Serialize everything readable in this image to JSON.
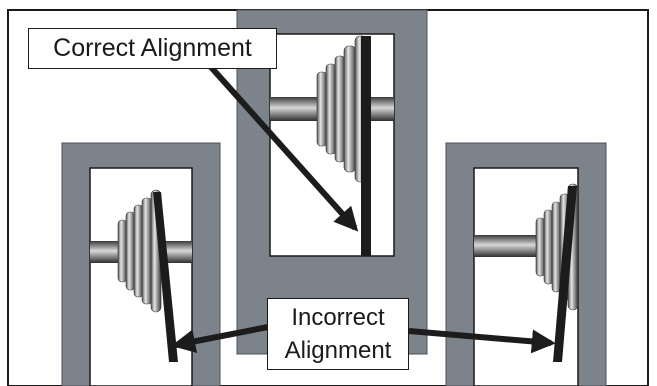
{
  "labels": {
    "correct": "Correct Alignment",
    "incorrect_line1": "Incorrect",
    "incorrect_line2": "Alignment"
  },
  "colors": {
    "frame": "#7c838b",
    "belt": "#1c1c1c",
    "border": "#1a1a1a",
    "background": "#ffffff"
  },
  "icons": {
    "pulley": "pulley-icon",
    "shaft": "shaft-icon",
    "belt": "v-belt-icon",
    "arrow": "arrow-icon"
  },
  "panels": [
    {
      "id": "left",
      "alignment": "incorrect"
    },
    {
      "id": "center",
      "alignment": "correct"
    },
    {
      "id": "right",
      "alignment": "incorrect"
    }
  ]
}
